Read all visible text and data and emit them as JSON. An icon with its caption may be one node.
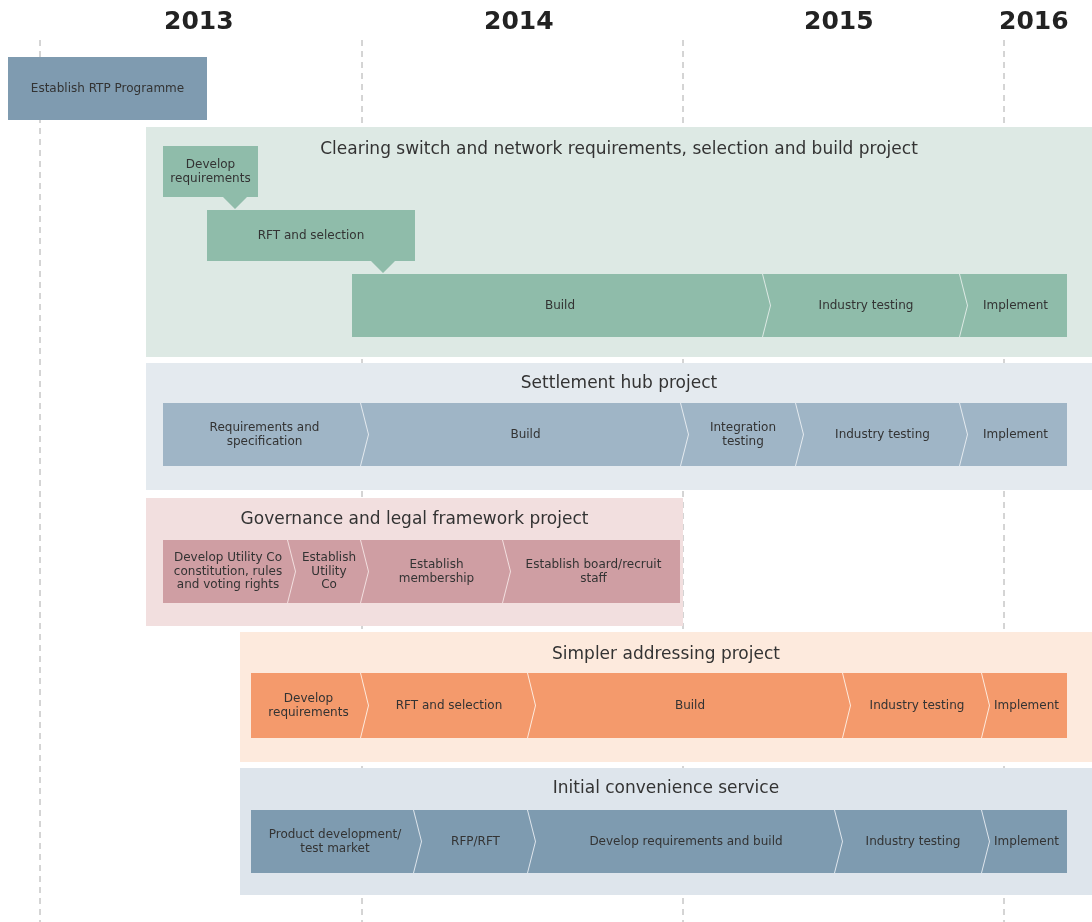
{
  "diagram": {
    "nodes": [
      {
        "text": [
          "Establish RTP Programme"
        ]
      },
      {
        "text": [
          "Clearing switch and network requirements, selection and build project"
        ]
      },
      {
        "text": [
          "Develop requirements"
        ],
        "in": 1
      },
      {
        "text": [
          "RFT and selection"
        ],
        "in": 1
      },
      {
        "text": [
          "Build"
        ],
        "in": 1
      },
      {
        "text": [
          "Industry testing"
        ],
        "in": 1
      },
      {
        "text": [
          "Implement"
        ],
        "in": 1
      },
      {
        "text": [
          "Settlement hub project"
        ]
      },
      {
        "text": [
          "Requirements and specification"
        ],
        "in": 7
      },
      {
        "text": [
          "Build"
        ],
        "in": 7
      },
      {
        "text": [
          "Integration testing"
        ],
        "in": 7
      },
      {
        "text": [
          "Industry testing"
        ],
        "in": 7
      },
      {
        "text": [
          "Implement"
        ],
        "in": 7
      },
      {
        "text": [
          "Governance and legal framework project"
        ]
      },
      {
        "text": [
          "Develop Utility Co constitution, rules and voting rights"
        ],
        "in": 13
      },
      {
        "text": [
          "Establish Utility Co"
        ],
        "in": 13
      },
      {
        "text": [
          "Establish membership"
        ],
        "in": 13
      },
      {
        "text": [
          "Establish board/recruit staff"
        ],
        "in": 13
      },
      {
        "text": [
          "Simpler addressing project"
        ]
      },
      {
        "text": [
          "Develop requirements"
        ],
        "in": 18
      },
      {
        "text": [
          "RFT and selection"
        ],
        "in": 18
      },
      {
        "text": [
          "Build"
        ],
        "in": 18
      },
      {
        "text": [
          "Industry testing"
        ],
        "in": 18
      },
      {
        "text": [
          "Implement"
        ],
        "in": 18
      },
      {
        "text": [
          "Initial convenience service"
        ]
      },
      {
        "text": [
          "Product development/ test market"
        ],
        "in": 24
      },
      {
        "text": [
          "RFP/RFT"
        ],
        "in": 24
      },
      {
        "text": [
          "Develop requirements and build"
        ],
        "in": 24
      },
      {
        "text": [
          "Industry testing"
        ],
        "in": 24
      },
      {
        "text": [
          "Implement"
        ],
        "in": 24
      }
    ],
    "edges": [],
    "labels": [
      "2013",
      "2014",
      "2015",
      "2016"
    ]
  }
}
